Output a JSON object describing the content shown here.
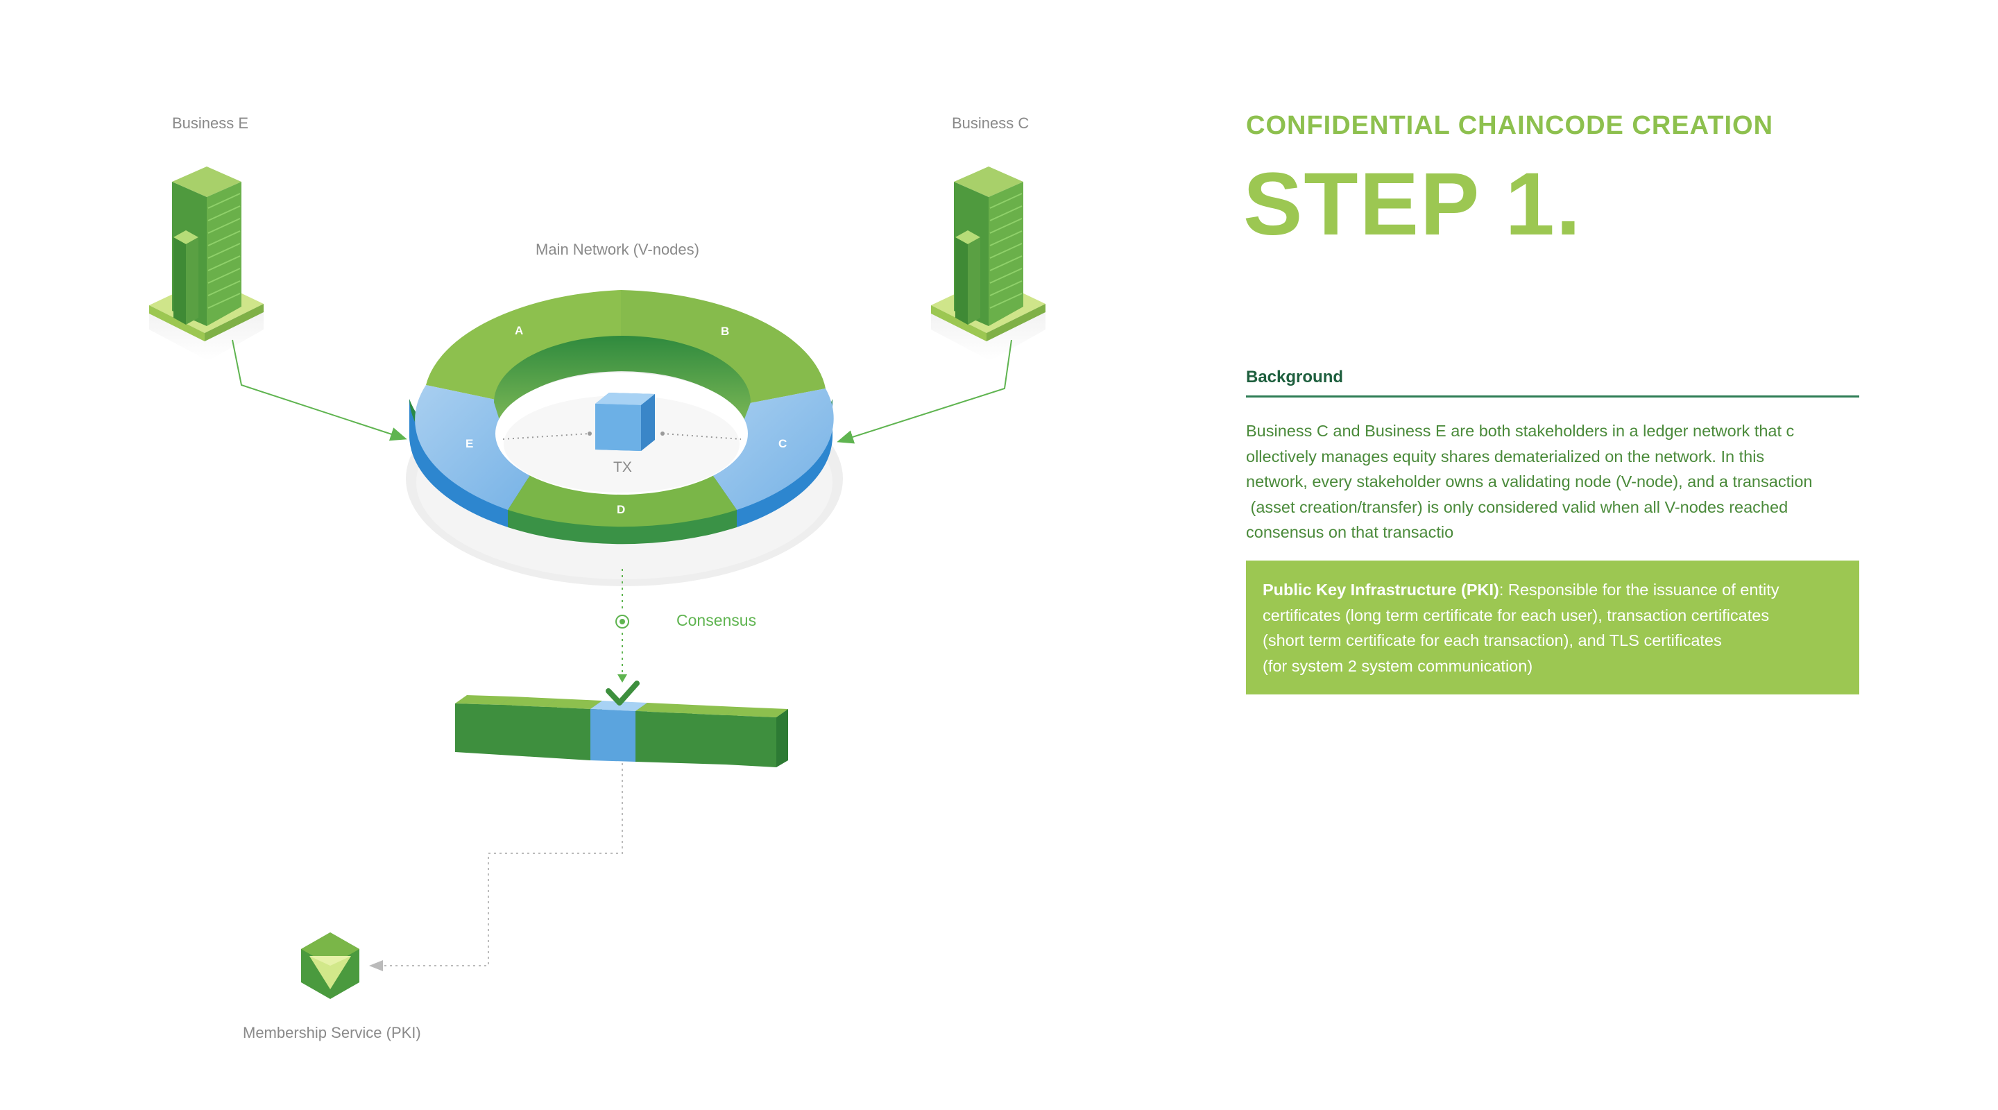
{
  "diagram": {
    "business_e_label": "Business E",
    "business_c_label": "Business C",
    "network_label": "Main Network (V-nodes)",
    "segments": {
      "a": "A",
      "b": "B",
      "c": "C",
      "d": "D",
      "e": "E"
    },
    "tx_label": "TX",
    "consensus_label": "Consensus",
    "membership_label": "Membership Service (PKI)"
  },
  "panel": {
    "kicker": "CONFIDENTIAL CHAINCODE CREATION",
    "step_title": "STEP 1.",
    "background_heading": "Background",
    "background_lines": [
      "Business C and Business E are both stakeholders in a ledger network that c",
      "ollectively manages equity shares dematerialized on the network. In this",
      "network, every stakeholder owns a validating node (V-node), and a transaction",
      " (asset creation/transfer) is only considered valid when all V-nodes reached",
      "consensus on that transactio"
    ],
    "pki_term": "Public Key Infrastructure (PKI)",
    "pki_lines": [
      ": Responsible for the issuance of entity",
      "certificates (long term certificate for each user), transaction certificates",
      "(short term certificate for each transaction), and TLS certificates",
      "(for system 2 system communication)"
    ]
  },
  "colors": {
    "green_accent": "#9cc752",
    "dark_green": "#2e7d55",
    "blue_accent": "#5ba4de"
  }
}
